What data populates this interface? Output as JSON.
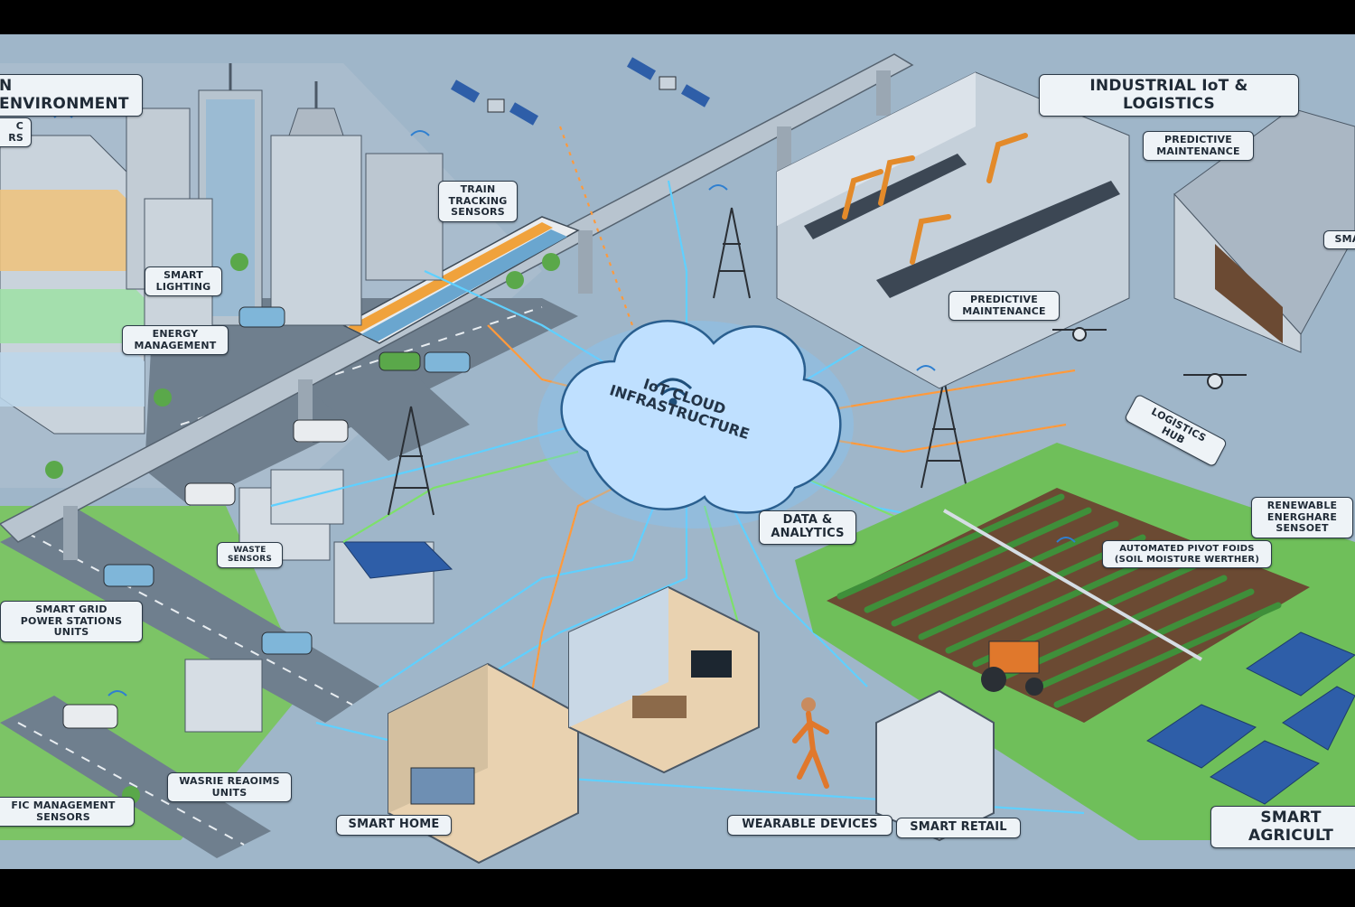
{
  "title_center": "IoT CLOUD\nINFRASTRUCTURE",
  "sections": {
    "urban": "N ENVIRONMENT",
    "industrial": "INDUSTRIAL IoT & LOGISTICS",
    "agriculture": "SMART AGRICULT"
  },
  "labels": {
    "traffic_top": "C\nRS",
    "smart_lighting": "SMART\nLIGHTING",
    "energy_management": "ENERGY\nMANAGEMENT",
    "train_tracking": "TRAIN\nTRACKING\nSENSORS",
    "smart_grid": "SMART GRID\nPOWER STATIONS\nUNITS",
    "waste_sensors": "WASTE\nSENSORS",
    "waste_readings": "WASRIE REAOIMS\nUNITS",
    "traffic_management": "FIC MANAGEMENT\nSENSORS",
    "predictive_maintenance_top": "PREDICTIVE\nMAINTENANCE",
    "predictive_maintenance_mid": "PREDICTIVE\nMAINTENANCE",
    "warehouse": "SMA",
    "logistics_hub": "LOGISTICS HUB",
    "data_analytics": "DATA &\nANALYTICS",
    "renewable": "RENEWABLE\nENERGHARE\nSENSOET",
    "pivot": "AUTOMATED PIVOT FOIDS\n(SOIL MOISTURE WERTHER)",
    "smart_home": "SMART HOME",
    "wearables": "WEARABLE DEVICES",
    "smart_retail": "SMART RETAIL"
  },
  "colors": {
    "background": "#8fa9c0",
    "ground": "#9fb6c9",
    "road": "#6f7f8e",
    "grass": "#6fbf5a",
    "field_soil": "#6b4a33",
    "crop": "#3f8f3a",
    "cloud": "#bfe0ff",
    "cloud_glow": "#7fc8ff",
    "link_blue": "#5fd0ff",
    "link_orange": "#ff9a3c",
    "link_green": "#7de06a",
    "building": "#c9d3dc",
    "building_dark": "#8d9aa7",
    "glass": "#7fb6d9",
    "robot": "#e38a2a",
    "solar": "#2e5ea8",
    "tractor": "#e0782c",
    "tower": "#2a2f35"
  }
}
